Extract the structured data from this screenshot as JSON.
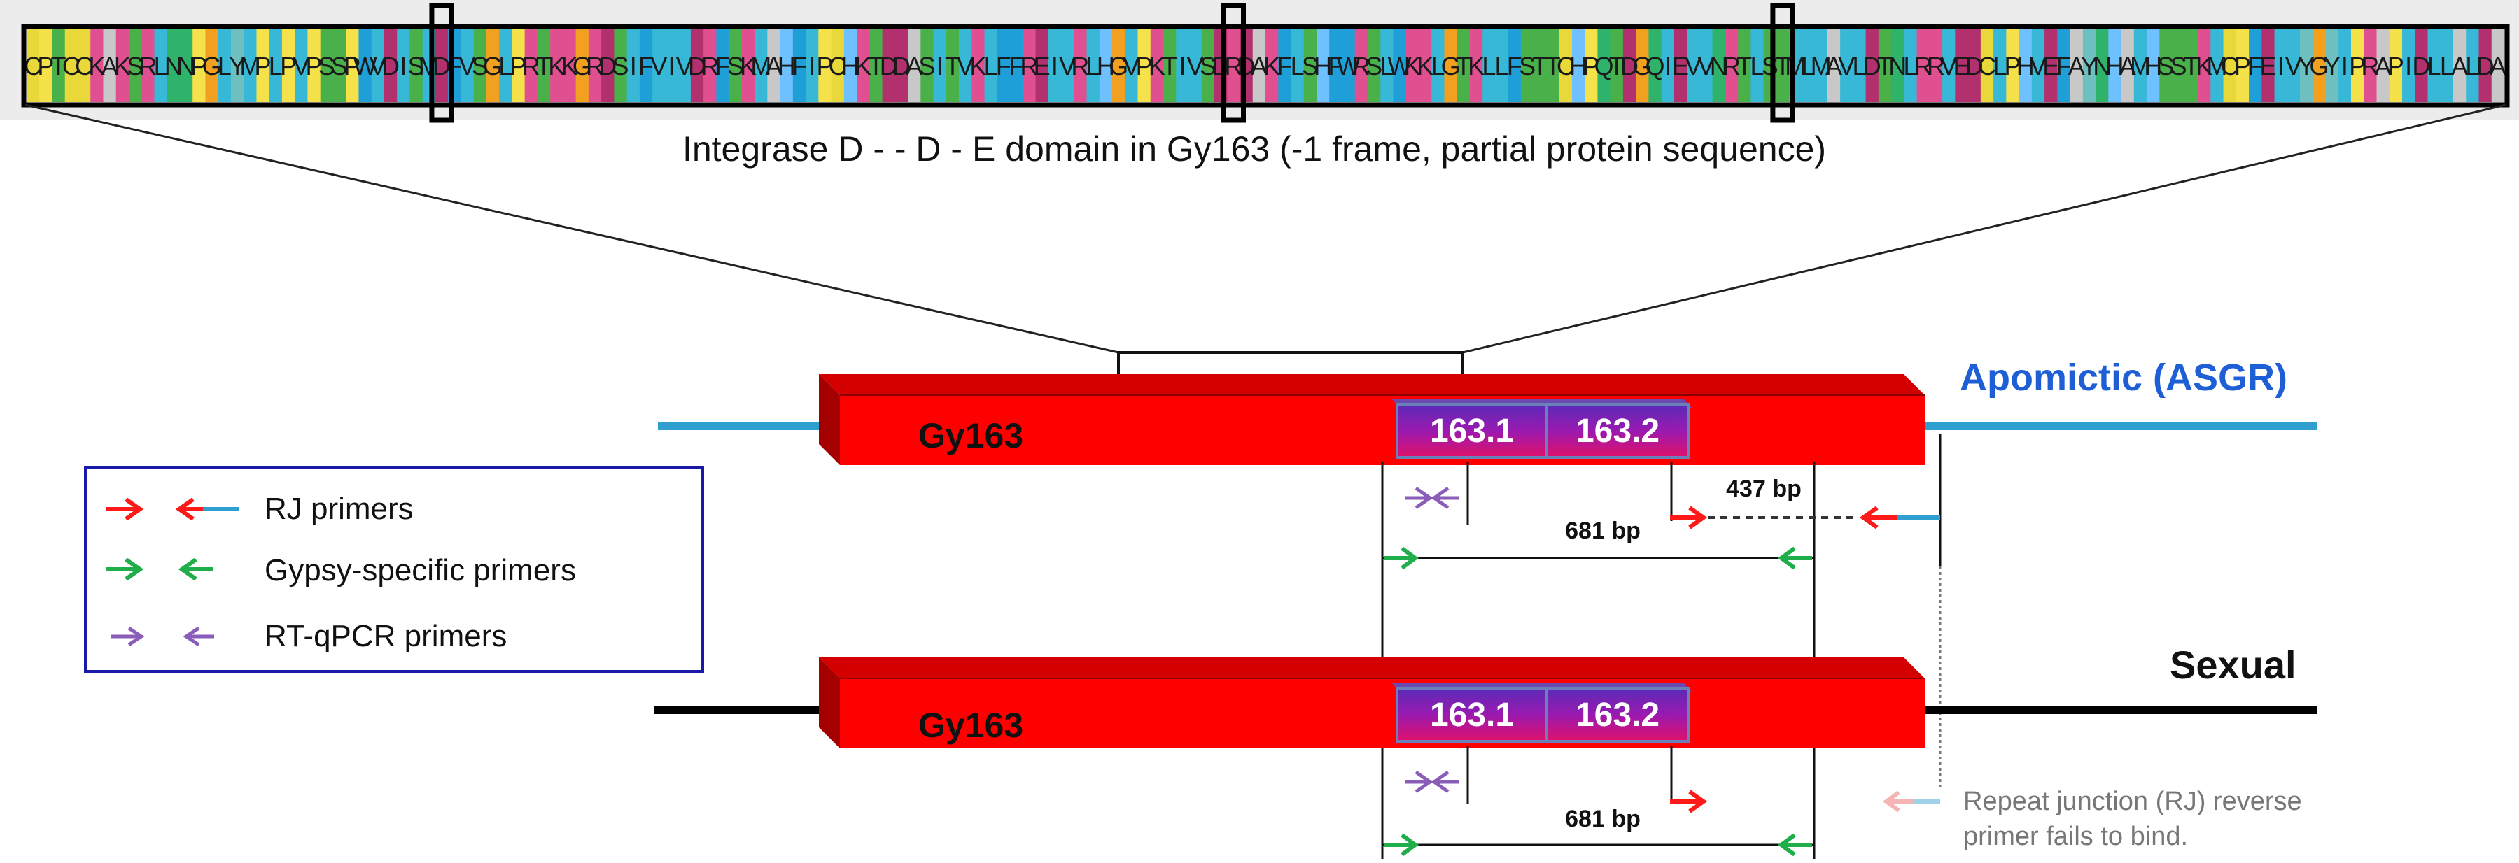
{
  "sequence": {
    "residues": "CPTCCKAKSRLNNPGLYMPLPVPSSPWVDISMDFVSGLPRTKKGRDSIFVIVDRFSKMAHFIPCHKTDDASITVKLFFREIVRLHGVPKTIVSDRDAKFLSHFWRSLWKKLGTKLLFSTTCHPQTDGQIEVVNRTLSTMLMAVLDTNLRRVEDCLPHVEFAYNHAMHSSTKMCPFEIVYGYIPRAPIDLLALDA",
    "highlight_indices": [
      32,
      94,
      137
    ],
    "caption": "Integrase D - - D - E   domain in Gy163 (-1 frame, partial protein sequence)"
  },
  "colors": {
    "element_red": "#ff0000",
    "element_dark_red": "#a50000",
    "apomictic_line": "#2e9fd0",
    "sexual_line": "#000000",
    "apomictic_label": "#1f5fd6",
    "primer_red": "#ff1a1a",
    "primer_green": "#1fae4a",
    "primer_purple": "#8a5db8",
    "primer_faded": "#f5b5b5",
    "legend_border": "#1a1aa8"
  },
  "apomictic": {
    "label": "Apomictic (ASGR)",
    "element_label": "Gy163",
    "segment_1": "163.1",
    "segment_2": "163.2",
    "product_437": "437 bp",
    "product_681": "681 bp"
  },
  "sexual": {
    "label": "Sexual",
    "element_label": "Gy163",
    "segment_1": "163.1",
    "segment_2": "163.2",
    "product_681": "681 bp",
    "note_line_1": "Repeat junction (RJ) reverse",
    "note_line_2": "primer fails to bind."
  },
  "legend": {
    "items": [
      {
        "label": "RJ primers"
      },
      {
        "label": "Gypsy-specific primers"
      },
      {
        "label": "RT-qPCR primers"
      }
    ]
  }
}
